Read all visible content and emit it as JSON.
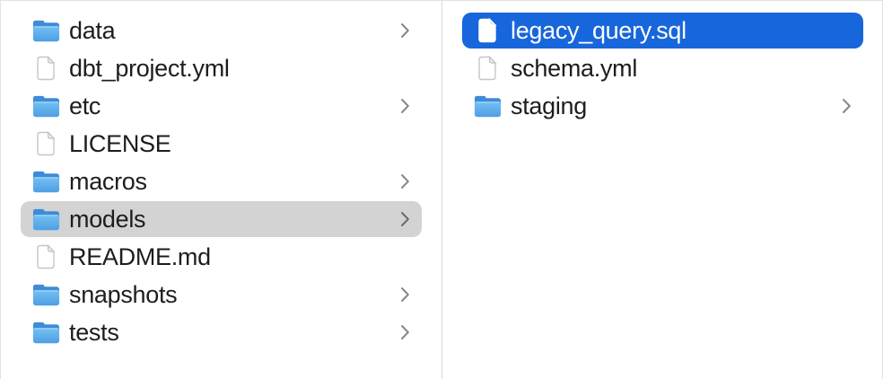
{
  "window": {
    "view": "finder-column-view"
  },
  "colors": {
    "selection_active": "#1766db",
    "selection_inactive": "#d3d3d4",
    "selected_text": "#ffffff",
    "text": "#1d1d1f",
    "chevron": "#87878c",
    "divider": "#d8d8d9",
    "folder_blue_front_top": "#74c0f2",
    "folder_blue_front_bottom": "#4e9fe5",
    "folder_blue_back": "#3e8bd8"
  },
  "columns": [
    {
      "name": "left",
      "items": [
        {
          "label": "data",
          "type": "folder",
          "icon": "folder-icon",
          "chevron": true,
          "selected": "none"
        },
        {
          "label": "dbt_project.yml",
          "type": "file",
          "icon": "file-icon",
          "chevron": false,
          "selected": "none"
        },
        {
          "label": "etc",
          "type": "folder",
          "icon": "folder-icon",
          "chevron": true,
          "selected": "none"
        },
        {
          "label": "LICENSE",
          "type": "file",
          "icon": "file-icon",
          "chevron": false,
          "selected": "none"
        },
        {
          "label": "macros",
          "type": "folder",
          "icon": "folder-icon",
          "chevron": true,
          "selected": "none"
        },
        {
          "label": "models",
          "type": "folder",
          "icon": "folder-icon",
          "chevron": true,
          "selected": "inactive"
        },
        {
          "label": "README.md",
          "type": "file",
          "icon": "file-icon",
          "chevron": false,
          "selected": "none"
        },
        {
          "label": "snapshots",
          "type": "folder",
          "icon": "folder-icon",
          "chevron": true,
          "selected": "none"
        },
        {
          "label": "tests",
          "type": "folder",
          "icon": "folder-icon",
          "chevron": true,
          "selected": "none"
        }
      ]
    },
    {
      "name": "right",
      "items": [
        {
          "label": "legacy_query.sql",
          "type": "file",
          "icon": "file-icon",
          "chevron": false,
          "selected": "active"
        },
        {
          "label": "schema.yml",
          "type": "file",
          "icon": "file-icon",
          "chevron": false,
          "selected": "none"
        },
        {
          "label": "staging",
          "type": "folder",
          "icon": "folder-icon",
          "chevron": true,
          "selected": "none"
        }
      ]
    }
  ]
}
